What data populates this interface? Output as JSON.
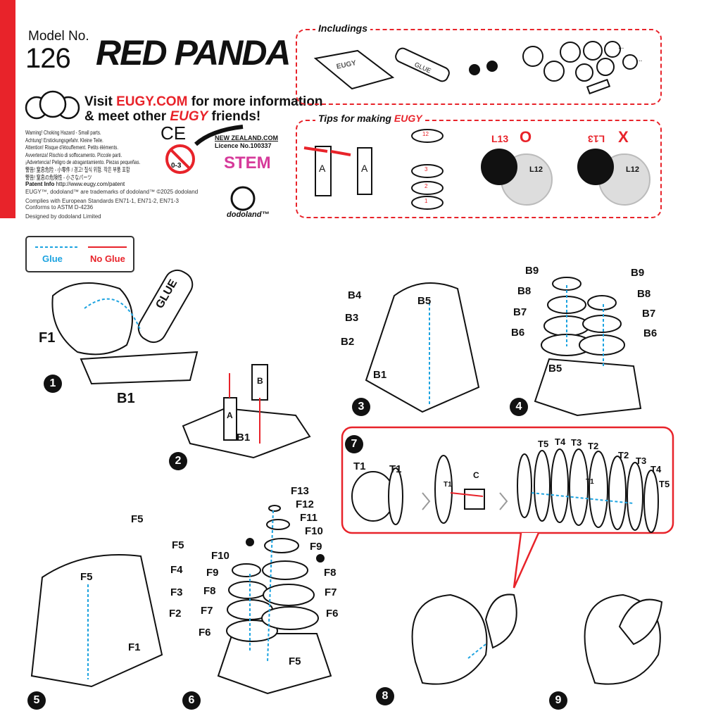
{
  "header": {
    "model_label": "Model No.",
    "model_number": "126",
    "title": "RED PANDA",
    "visit_line1_a": "Visit ",
    "visit_site": "EUGY.COM",
    "visit_line1_b": " for more information",
    "visit_line2_a": "& meet other ",
    "visit_brand": "EUGY",
    "visit_line2_b": " friends!"
  },
  "warnings": [
    "Warning! Choking Hazard - Small parts.",
    "Achtung! Erstickungsgefahr. Kleine Teile.",
    "Attention! Risque d'étouffement. Petits éléments.",
    "Avvertenza! Rischio di soffocamento. Piccole parti.",
    "¡Advertencia! Peligro de atragantamiento. Piezas pequeñas.",
    "警告! 窒息危险 - 小零件 / 경고! 질식 위험. 작은 부품 포함",
    "警告! 窒息の危険性 - 小さなパーツ"
  ],
  "age_badge": "0-3",
  "ce_mark": "CE",
  "legal": {
    "patent_label": "Patent Info",
    "patent_url": "http://www.eugy.com/patent",
    "trademark": "EUGY™, dodoland™ are trademarks of dodoland™ ©2025 dodoland",
    "standards1": "Complies with European Standards EN71-1, EN71-2, EN71-3",
    "standards2": "Conforms to ASTM D-4236",
    "designed": "Designed by dodoland Limited"
  },
  "logos": {
    "nz_site": "NEW ZEALAND.COM",
    "nz_licence": "Licence No.100337",
    "stem": "STEM",
    "dodoland": "dodoland™"
  },
  "includings": {
    "title": "Includings",
    "glue": "GLUE",
    "booklet": "EUGY",
    "ellipsis": "..."
  },
  "tips": {
    "title": "Tips for making",
    "brand": "EUGY",
    "card": "A",
    "stack": [
      "12",
      "3",
      "2",
      "1"
    ],
    "good_mark": "O",
    "bad_mark": "X",
    "l13": "L13",
    "l12": "L12"
  },
  "legend": {
    "glue": "Glue",
    "no_glue": "No Glue"
  },
  "steps": {
    "numbers": [
      "1",
      "2",
      "3",
      "4",
      "5",
      "6",
      "7",
      "8",
      "9"
    ],
    "s1": [
      "F1",
      "B1",
      "GLUE"
    ],
    "s2": [
      "A",
      "B",
      "B1"
    ],
    "s3": [
      "B4",
      "B3",
      "B2",
      "B1",
      "B5"
    ],
    "s4": [
      "B9",
      "B8",
      "B7",
      "B6",
      "B5",
      "B9",
      "B8",
      "B7",
      "B6"
    ],
    "s5": [
      "F5",
      "F5",
      "F5",
      "F4",
      "F3",
      "F2",
      "F1"
    ],
    "s6": [
      "F13",
      "F12",
      "F11",
      "F10",
      "F9",
      "F8",
      "F7",
      "F6",
      "F5",
      "F10",
      "F9",
      "F8",
      "F7",
      "F6"
    ],
    "s7": [
      "T1",
      "T1",
      "T1",
      "C",
      "T5",
      "T4",
      "T3",
      "T2",
      "T1",
      "T2",
      "T3",
      "T4",
      "T5"
    ]
  },
  "colors": {
    "accent": "#e8232a",
    "glue_arrow": "#1ca3e0"
  }
}
